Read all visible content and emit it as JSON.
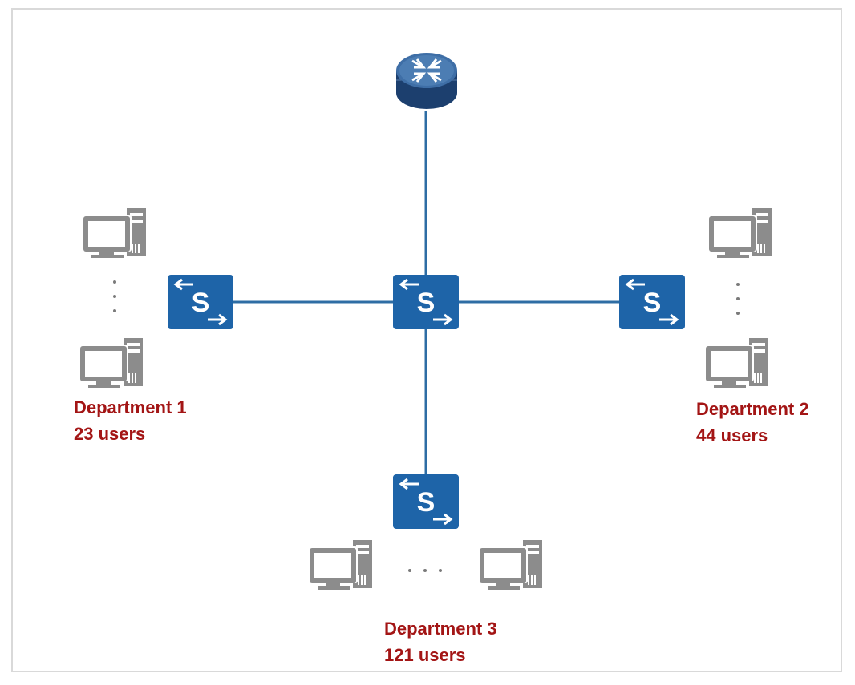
{
  "departments": [
    {
      "name": "Department 1",
      "users": "23 users"
    },
    {
      "name": "Department 2",
      "users": "44 users"
    },
    {
      "name": "Department 3",
      "users": "121 users"
    }
  ],
  "switch_glyph": "S",
  "colors": {
    "link": "#2e6da4",
    "switch": "#1e64a8",
    "router_top": "#3e6ea6",
    "router_side": "#1c3f6e",
    "pc": "#8c8c8c",
    "label": "#a31515",
    "frame": "#d9d9d9"
  },
  "icons": [
    "router-icon",
    "switch-icon",
    "pc-icon",
    "ellipsis-icon"
  ]
}
